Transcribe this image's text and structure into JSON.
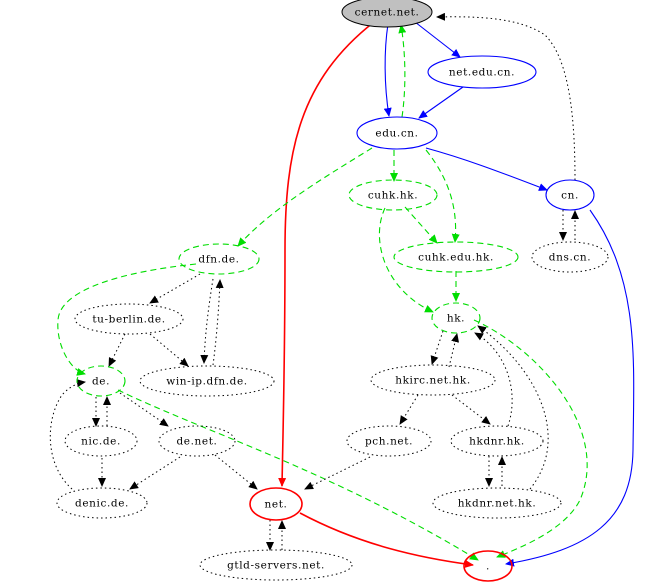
{
  "nodes": {
    "cernet": {
      "label": "cernet.net.",
      "style": "filled-gray"
    },
    "net_edu_cn": {
      "label": "net.edu.cn.",
      "style": "blue"
    },
    "edu_cn": {
      "label": "edu.cn.",
      "style": "blue"
    },
    "cn": {
      "label": "cn.",
      "style": "blue"
    },
    "dns_cn": {
      "label": "dns.cn.",
      "style": "dotted"
    },
    "cuhk_hk": {
      "label": "cuhk.hk.",
      "style": "green-dashed"
    },
    "cuhk_edu_hk": {
      "label": "cuhk.edu.hk.",
      "style": "green-dashed"
    },
    "hk": {
      "label": "hk.",
      "style": "green-dashed"
    },
    "hkirc": {
      "label": "hkirc.net.hk.",
      "style": "dotted"
    },
    "pch": {
      "label": "pch.net.",
      "style": "dotted"
    },
    "hkdnr": {
      "label": "hkdnr.hk.",
      "style": "dotted"
    },
    "hkdnr_net": {
      "label": "hkdnr.net.hk.",
      "style": "dotted"
    },
    "dfn": {
      "label": "dfn.de.",
      "style": "green-dashed"
    },
    "tu_berlin": {
      "label": "tu-berlin.de.",
      "style": "dotted"
    },
    "win_ip": {
      "label": "win-ip.dfn.de.",
      "style": "dotted"
    },
    "de": {
      "label": "de.",
      "style": "green-dashed"
    },
    "nic_de": {
      "label": "nic.de.",
      "style": "dotted"
    },
    "de_net": {
      "label": "de.net.",
      "style": "dotted"
    },
    "denic": {
      "label": "denic.de.",
      "style": "dotted"
    },
    "net": {
      "label": "net.",
      "style": "red"
    },
    "gtld": {
      "label": "gtld-servers.net.",
      "style": "dotted"
    },
    "root": {
      "label": ".",
      "style": "red"
    }
  },
  "colors": {
    "red": "#ff0000",
    "blue": "#0000ff",
    "green": "#00dd00",
    "black": "#000000",
    "gray_fill": "#c0c0c0"
  }
}
